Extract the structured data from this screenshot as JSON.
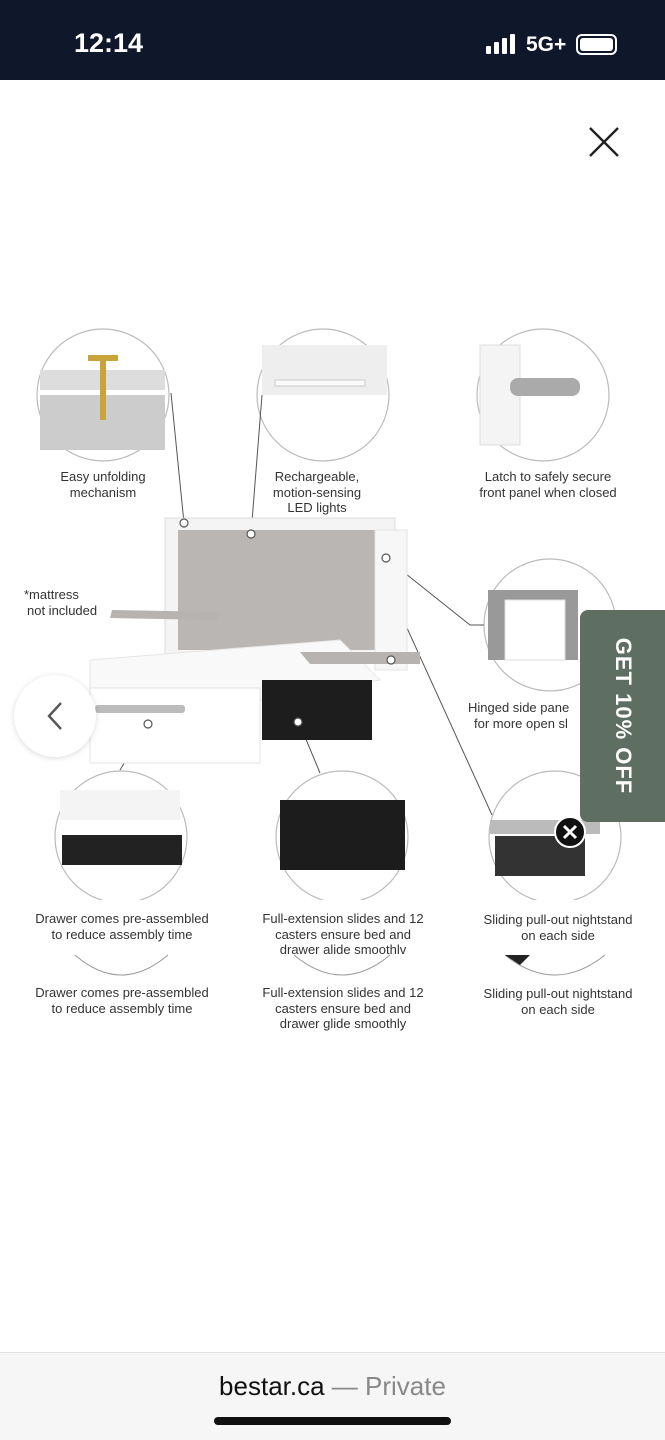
{
  "status_bar": {
    "time": "12:14",
    "network": "5G+"
  },
  "captions": {
    "unfolding": [
      "Easy unfolding",
      "mechanism"
    ],
    "led": [
      "Rechargeable,",
      "motion-sensing",
      "LED lights"
    ],
    "latch": [
      "Latch to safely secure",
      "front panel when closed"
    ],
    "mattress": [
      "*mattress",
      "not included"
    ],
    "hinged": [
      "Hinged side pane",
      "for more open sl"
    ],
    "drawer": [
      "Drawer comes pre-assembled",
      "to reduce assembly time"
    ],
    "slides": [
      "Full-extension slides and 12",
      "casters ensure bed and",
      "drawer glide smoothly"
    ],
    "slides_ghost": [
      "Full-extension slides and 12",
      "casters ensure bed and",
      "drawer alide smoothlv"
    ],
    "nightstand": [
      "Sliding pull-out nightstand",
      "on each side"
    ]
  },
  "promo": {
    "label": "GET 10% OFF"
  },
  "browser": {
    "domain": "bestar.ca",
    "mode": "— Private"
  }
}
